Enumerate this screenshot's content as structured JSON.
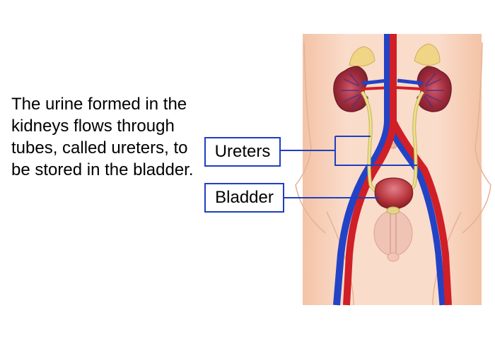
{
  "caption": "The urine formed in the kidneys flows through tubes, called ureters, to be stored in the bladder.",
  "labels": {
    "ureters": "Ureters",
    "bladder": "Bladder"
  },
  "colors": {
    "callout_border": "#1f3fbf",
    "skin": "#f8d4bc",
    "artery": "#d01f26",
    "vein": "#2343c6",
    "ureter": "#e2d58a",
    "bladder": "#b8353c"
  }
}
